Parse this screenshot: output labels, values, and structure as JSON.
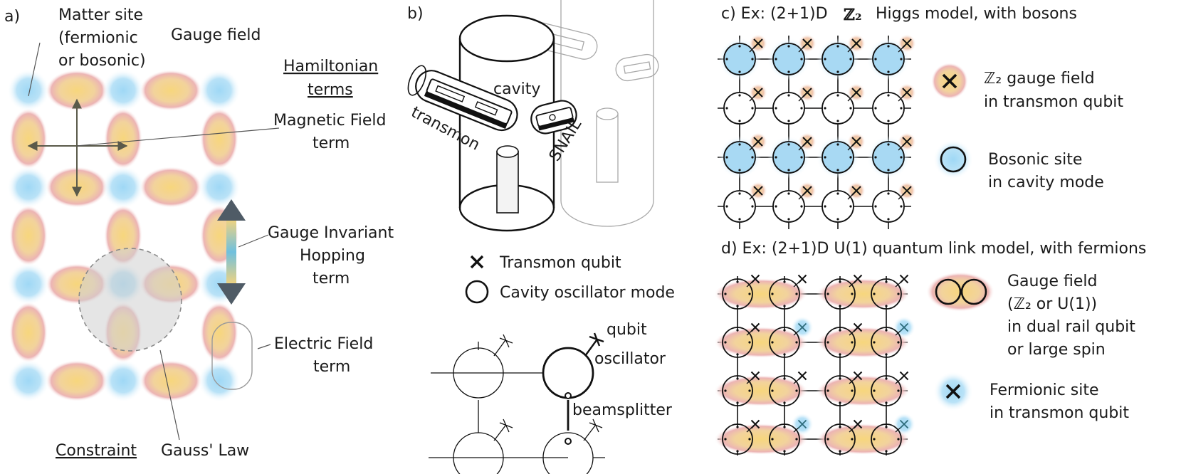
{
  "panel_a": {
    "label": "a)",
    "matter_site": [
      "Matter site",
      "(fermionic",
      "or bosonic)"
    ],
    "gauge_field": "Gauge field",
    "hamiltonian": [
      "Hamiltonian",
      "terms"
    ],
    "magnetic": [
      "Magnetic Field",
      "term"
    ],
    "hopping": [
      "Gauge Invariant",
      "Hopping",
      "term"
    ],
    "electric": [
      "Electric Field",
      "term"
    ],
    "constraint": "Constraint",
    "gauss": "Gauss' Law"
  },
  "panel_b": {
    "label": "b)",
    "cavity": "cavity",
    "transmon": "transmon",
    "snail": "SNAIL",
    "legend_transmon": "Transmon qubit",
    "legend_cavity": "Cavity oscillator mode",
    "qubit": "qubit",
    "oscillator": "oscillator",
    "beamsplitter": "beamsplitter"
  },
  "panel_c": {
    "label": "c) Ex: (2+1)D",
    "z2": "ℤ₂",
    "title_rest": "Higgs model, with bosons",
    "legend_gauge": [
      "ℤ₂ gauge field",
      "in transmon qubit"
    ],
    "legend_boson": [
      "Bosonic site",
      "in cavity mode"
    ]
  },
  "panel_d": {
    "title": "d) Ex: (2+1)D U(1) quantum link model, with fermions",
    "legend_gauge": [
      "Gauge field",
      "(ℤ₂ or U(1))",
      "in dual rail qubit",
      "or large spin"
    ],
    "legend_fermion": [
      "Fermionic site",
      "in transmon qubit"
    ]
  },
  "colors": {
    "matter_blue": "#8fd0f0",
    "gauge_yellow": "#f5d680",
    "gauge_red": "#e8a6a6",
    "arrow": "#555555"
  }
}
